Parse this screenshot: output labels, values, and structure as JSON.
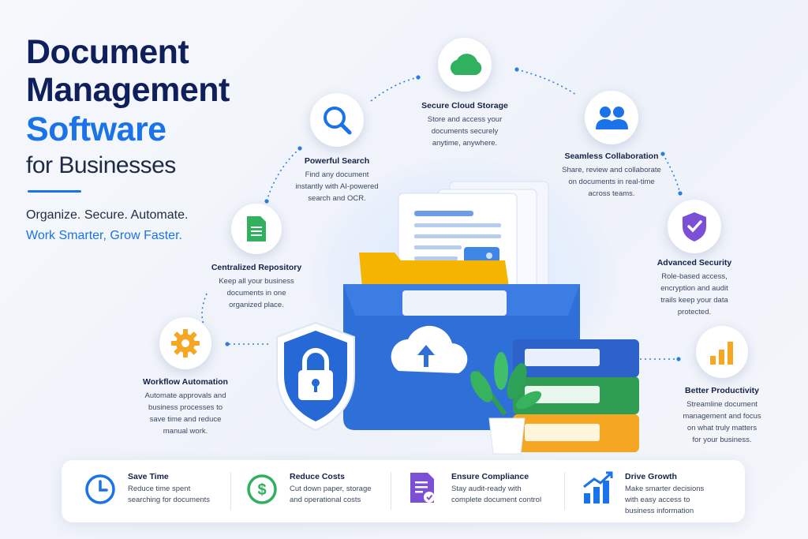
{
  "hero": {
    "title_line1": "Document",
    "title_line2": "Management",
    "title_line3": "Software",
    "title_line4": "for Businesses",
    "tagline1": "Organize. Secure. Automate.",
    "tagline2": "Work Smarter, Grow Faster."
  },
  "features": {
    "cloud": {
      "icon": "cloud-icon",
      "title": "Secure Cloud Storage",
      "desc1": "Store and access your",
      "desc2": "documents securely",
      "desc3": "anytime, anywhere."
    },
    "search": {
      "icon": "magnifier-icon",
      "title": "Powerful Search",
      "desc1": "Find any document",
      "desc2": "instantly with AI-powered",
      "desc3": "search and OCR."
    },
    "collab": {
      "icon": "users-icon",
      "title": "Seamless Collaboration",
      "desc1": "Share, review and collaborate",
      "desc2": "on documents in real-time",
      "desc3": "across teams."
    },
    "repo": {
      "icon": "spreadsheet-icon",
      "title": "Centralized Repository",
      "desc1": "Keep all your business",
      "desc2": "documents in one",
      "desc3": "organized place."
    },
    "security": {
      "icon": "shield-check-icon",
      "title": "Advanced Security",
      "desc1": "Role-based access,",
      "desc2": "encryption and audit",
      "desc3": "trails keep your data",
      "desc4": "protected."
    },
    "workflow": {
      "icon": "gear-icon",
      "title": "Workflow Automation",
      "desc1": "Automate approvals and",
      "desc2": "business processes to",
      "desc3": "save time and reduce",
      "desc4": "manual work."
    },
    "productivity": {
      "icon": "bar-chart-icon",
      "title": "Better Productivity",
      "desc1": "Streamline document",
      "desc2": "management and focus",
      "desc3": "on what truly matters",
      "desc4": "for your business."
    }
  },
  "benefits": [
    {
      "icon": "clock-icon",
      "title": "Save Time",
      "desc1": "Reduce time spent",
      "desc2": "searching for documents",
      "desc3": ""
    },
    {
      "icon": "dollar-icon",
      "title": "Reduce Costs",
      "desc1": "Cut down paper, storage",
      "desc2": "and operational costs",
      "desc3": ""
    },
    {
      "icon": "compliance-doc-icon",
      "title": "Ensure Compliance",
      "desc1": "Stay audit-ready with",
      "desc2": "complete document control",
      "desc3": ""
    },
    {
      "icon": "growth-chart-icon",
      "title": "Drive Growth",
      "desc1": "Make smarter decisions",
      "desc2": "with easy access to",
      "desc3": "business information"
    }
  ],
  "colors": {
    "navy": "#0e1f5b",
    "accent": "#1a73e8",
    "green": "#2fb15d",
    "purple": "#7b4fd6",
    "orange": "#f5a623"
  }
}
